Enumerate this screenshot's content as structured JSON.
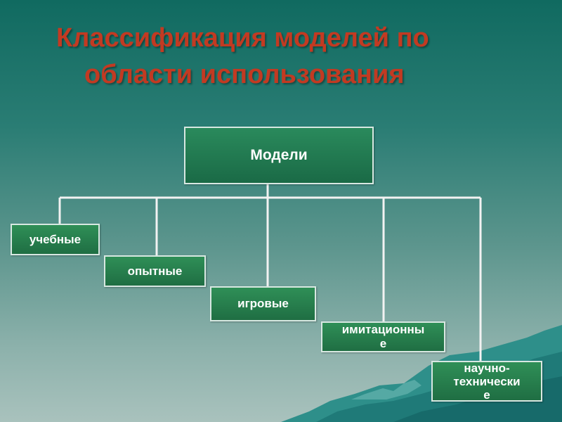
{
  "slide": {
    "title_line1": "Классификация моделей по",
    "title_line2": "области использования"
  },
  "diagram": {
    "root": "Модели",
    "children": [
      {
        "label": "учебные"
      },
      {
        "label": "опытные"
      },
      {
        "label": "игровые"
      },
      {
        "label_line1": "имитационны",
        "label_line2": "е"
      },
      {
        "label_line1": "научно-",
        "label_line2": "технически",
        "label_line3": "е"
      }
    ]
  },
  "colors": {
    "title": "#c23a22",
    "box_fill": "#1f6e43",
    "box_border": "#d8e8e2",
    "connector": "#f2f2f2",
    "background_top": "#106a60",
    "background_bottom": "#a9c2bd"
  }
}
